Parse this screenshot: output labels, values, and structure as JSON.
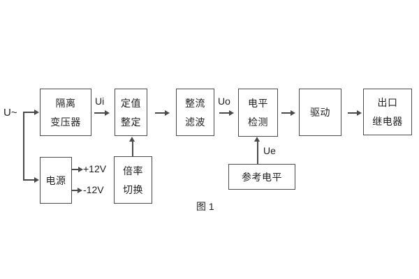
{
  "figure": {
    "caption": "图 1"
  },
  "colors": {
    "line": "#4a4a4a",
    "text": "#1f1f1f",
    "background": "#ffffff"
  },
  "labels": {
    "input": "U~",
    "ui": "Ui",
    "uo": "Uo",
    "ue": "Ue",
    "plus_12v": "+12V",
    "minus_12v": "-12V"
  },
  "blocks": {
    "isolation_transformer": {
      "line1": "隔离",
      "line2": "变压器"
    },
    "value_setting": {
      "line1": "定值",
      "line2": "整定"
    },
    "rectifier_filter": {
      "line1": "整流",
      "line2": "滤波"
    },
    "level_detection": {
      "line1": "电平",
      "line2": "检测"
    },
    "drive": {
      "label": "驱动"
    },
    "output_relay": {
      "line1": "出口",
      "line2": "继电器"
    },
    "power_supply": {
      "label": "电源"
    },
    "ratio_switch": {
      "line1": "倍率",
      "line2": "切换"
    },
    "reference_level": {
      "label": "参考电平"
    }
  }
}
